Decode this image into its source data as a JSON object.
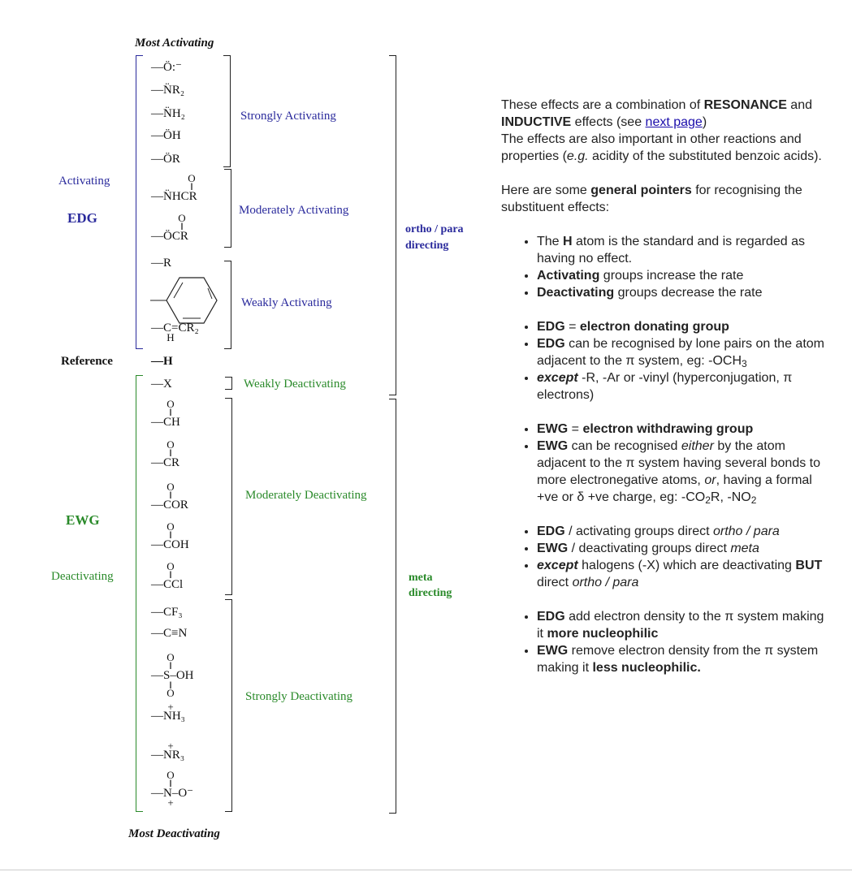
{
  "diagram": {
    "most_activating": "Most Activating",
    "most_deactivating": "Most Deactivating",
    "activating": "Activating",
    "edg": "EDG",
    "reference": "Reference",
    "ewg": "EWG",
    "deactivating": "Deactivating",
    "groups": {
      "strongly_activating": "Strongly Activating",
      "moderately_activating": "Moderately Activating",
      "weakly_activating": "Weakly Activating",
      "weakly_deactivating": "Weakly Deactivating",
      "moderately_deactivating": "Moderately Deactivating",
      "strongly_deactivating": "Strongly Deactivating"
    },
    "directing": {
      "ortho_para_1": "ortho / para",
      "ortho_para_2": "directing",
      "meta_1": "meta",
      "meta_2": "directing"
    },
    "substituents": [
      {
        "text": "—Ö:⁻"
      },
      {
        "text": "—N̈R₂"
      },
      {
        "text": "—N̈H₂"
      },
      {
        "text": "—ÖH"
      },
      {
        "text": "—ÖR"
      },
      {
        "text": "—N̈HCR",
        "above": "O\n‖"
      },
      {
        "text": "—ÖCR",
        "above": "O\n‖"
      },
      {
        "text": "—R"
      },
      {
        "text": "—"
      },
      {
        "text": "—C=CR₂",
        "below": "H"
      },
      {
        "text": "—H"
      },
      {
        "text": "—X"
      },
      {
        "text": "—CH",
        "above": "O\n‖"
      },
      {
        "text": "—CR",
        "above": "O\n‖"
      },
      {
        "text": "—COR",
        "above": "O\n‖"
      },
      {
        "text": "—COH",
        "above": "O\n‖"
      },
      {
        "text": "—CCl",
        "above": "O\n‖"
      },
      {
        "text": "—CF₃"
      },
      {
        "text": "—C≡N"
      },
      {
        "text": "—S–OH",
        "above": "O\n‖",
        "below": "‖\nO"
      },
      {
        "text": "—NH₃",
        "above": "+"
      },
      {
        "text": "—NR₃",
        "above": "+"
      },
      {
        "text": "—N–O⁻",
        "above": "O\n‖",
        "below": "+"
      }
    ]
  },
  "text": {
    "paragraphs": [
      [
        [
          "",
          "These effects are a combination of "
        ],
        [
          "b",
          "RESONANCE"
        ],
        [
          "",
          " and "
        ],
        [
          "b",
          "INDUCTIVE"
        ],
        [
          "",
          " effects (see "
        ],
        [
          "a",
          "next page"
        ],
        [
          "",
          ")"
        ],
        [
          "br",
          ""
        ],
        [
          "",
          "The effects are also important in other reactions and properties ("
        ],
        [
          "i",
          "e.g."
        ],
        [
          "",
          " acidity of the substituted benzoic acids)."
        ]
      ],
      [
        [
          "",
          "Here are some "
        ],
        [
          "b",
          "general pointers"
        ],
        [
          "",
          " for recognising the substituent effects:"
        ]
      ]
    ],
    "lists": [
      [
        [
          [
            "",
            "The "
          ],
          [
            "b",
            "H"
          ],
          [
            "",
            " atom is the standard and is regarded as having no effect."
          ]
        ],
        [
          [
            "b",
            "Activating"
          ],
          [
            "",
            " groups increase the rate"
          ]
        ],
        [
          [
            "b",
            "Deactivating"
          ],
          [
            "",
            " groups decrease the rate"
          ]
        ]
      ],
      [
        [
          [
            "b",
            "EDG"
          ],
          [
            "",
            " = "
          ],
          [
            "b",
            "electron donating group"
          ]
        ],
        [
          [
            "b",
            "EDG"
          ],
          [
            "",
            " can be recognised by lone pairs on the atom adjacent to the π system, eg: -OCH"
          ],
          [
            "sub",
            "3"
          ]
        ],
        [
          [
            "bi",
            "except"
          ],
          [
            "",
            " -R, -Ar or -vinyl (hyperconjugation, π electrons)"
          ]
        ]
      ],
      [
        [
          [
            "b",
            "EWG"
          ],
          [
            "",
            " = "
          ],
          [
            "b",
            "electron withdrawing group"
          ]
        ],
        [
          [
            "b",
            "EWG"
          ],
          [
            "",
            " can be recognised "
          ],
          [
            "i",
            "either"
          ],
          [
            "",
            " by the atom adjacent to the π system having several bonds to more electronegative atoms, "
          ],
          [
            "i",
            "or"
          ],
          [
            "",
            ", having a formal +ve or δ +ve charge, eg: -CO"
          ],
          [
            "sub",
            "2"
          ],
          [
            "",
            "R, -NO"
          ],
          [
            "sub",
            "2"
          ]
        ]
      ],
      [
        [
          [
            "b",
            "EDG"
          ],
          [
            "",
            " / activating groups direct "
          ],
          [
            "i",
            "ortho / para"
          ]
        ],
        [
          [
            "b",
            "EWG"
          ],
          [
            "",
            " / deactivating groups direct "
          ],
          [
            "i",
            "meta"
          ]
        ],
        [
          [
            "bi",
            "except"
          ],
          [
            "",
            " halogens (-X) which are deactivating "
          ],
          [
            "b",
            "BUT"
          ],
          [
            "",
            " direct "
          ],
          [
            "i",
            "ortho / para"
          ]
        ]
      ],
      [
        [
          [
            "b",
            "EDG"
          ],
          [
            "",
            " add electron density to the π system making it "
          ],
          [
            "b",
            "more nucleophilic"
          ]
        ],
        [
          [
            "b",
            "EWG"
          ],
          [
            "",
            " remove electron density from the π system making it "
          ],
          [
            "b",
            "less nucleophilic."
          ]
        ]
      ]
    ]
  },
  "colors": {
    "edg": "#2a2a9c",
    "ewg": "#2a8a2a",
    "link": "#1a0dab"
  }
}
